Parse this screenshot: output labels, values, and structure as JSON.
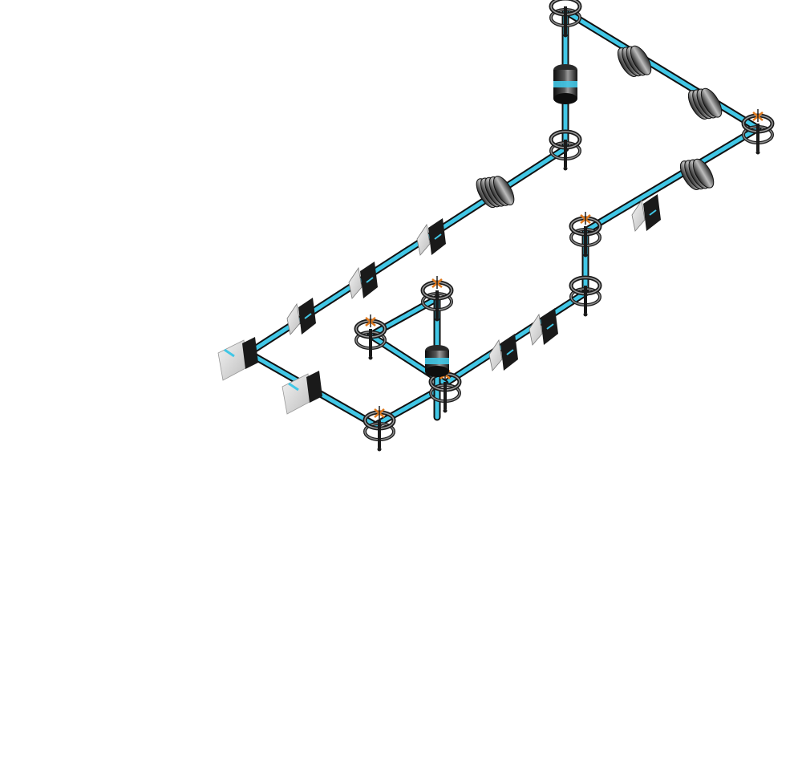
{
  "diagram": {
    "kind": "isometric-piping-layout",
    "colors": {
      "pipe": "#41c7e6",
      "pipe_edge": "#111111",
      "component_dark": "#1a1a1a",
      "component_mid": "#6b6b6b",
      "component_light": "#d9d9d9",
      "marker": "#e07a1f"
    },
    "components": [
      {
        "type": "pipe-elbow",
        "icon": "elbow-joint-icon"
      },
      {
        "type": "valve",
        "icon": "valve-icon"
      },
      {
        "type": "filter-housing",
        "icon": "filter-icon"
      },
      {
        "type": "finned-coupling",
        "icon": "coupling-icon"
      },
      {
        "type": "flange-end",
        "icon": "flange-icon"
      },
      {
        "type": "flow-marker",
        "icon": "flow-marker-icon"
      }
    ]
  }
}
